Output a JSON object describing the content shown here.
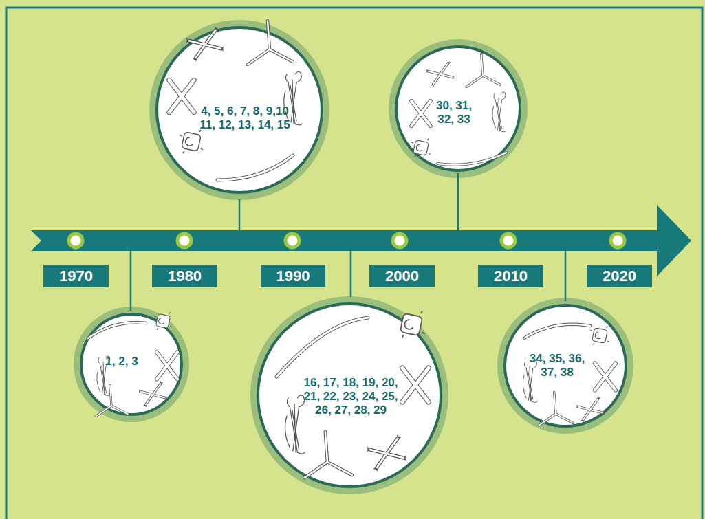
{
  "diagram": {
    "nodes": [
      {
        "text": [
          "1970"
        ]
      },
      {
        "text": [
          "1, 2, 3"
        ]
      },
      {
        "text": [
          "1980"
        ]
      },
      {
        "text": [
          "4, 5, 6, 7, 8, 9,10 11, 12, 13, 14, 15"
        ]
      },
      {
        "text": [
          "1990"
        ]
      },
      {
        "text": [
          "16, 17, 18, 19, 20, 21, 22, 23, 24, 25, 26, 27, 28, 29"
        ]
      },
      {
        "text": [
          "2000"
        ]
      },
      {
        "text": [
          "30, 31, 32, 33"
        ]
      },
      {
        "text": [
          "2010"
        ]
      },
      {
        "text": [
          "34, 35, 36, 37, 38"
        ]
      },
      {
        "text": [
          "2020"
        ]
      }
    ]
  }
}
